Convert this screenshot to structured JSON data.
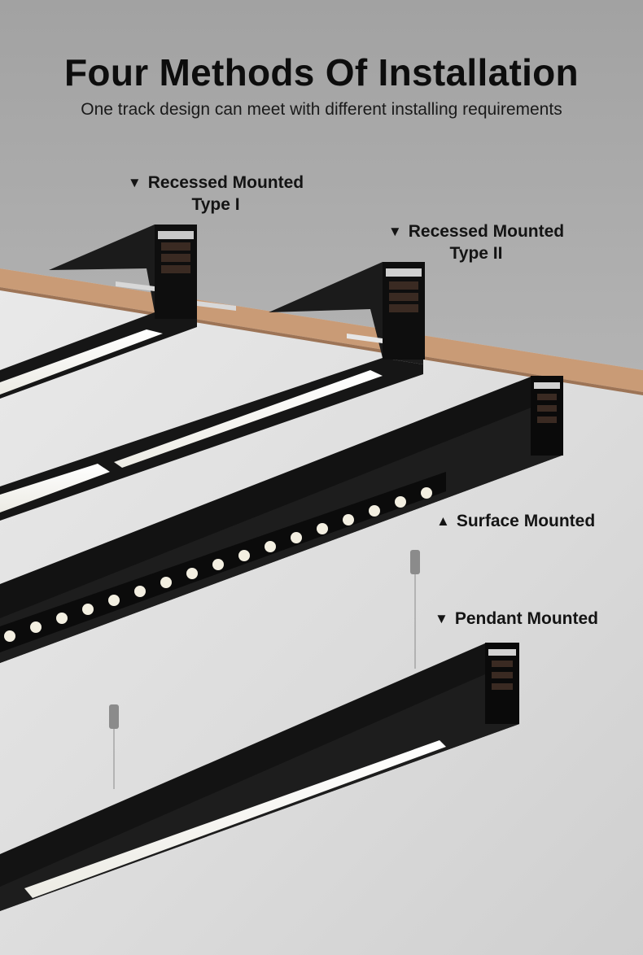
{
  "header": {
    "title": "Four Methods Of Installation",
    "subtitle": "One track design can meet with different installing requirements"
  },
  "labels": [
    {
      "marker": "▼",
      "line1": "Recessed Mounted",
      "line2": "Type I"
    },
    {
      "marker": "▼",
      "line1": "Recessed Mounted",
      "line2": "Type II"
    },
    {
      "marker": "▲",
      "line1": "Surface Mounted"
    },
    {
      "marker": "▼",
      "line1": "Pendant Mounted"
    }
  ],
  "colors": {
    "wall": "#a7a7a7",
    "ceiling": "#dcdcdc",
    "wood": "#c79a74",
    "track": "#141414",
    "light": "#f6f6f2"
  }
}
